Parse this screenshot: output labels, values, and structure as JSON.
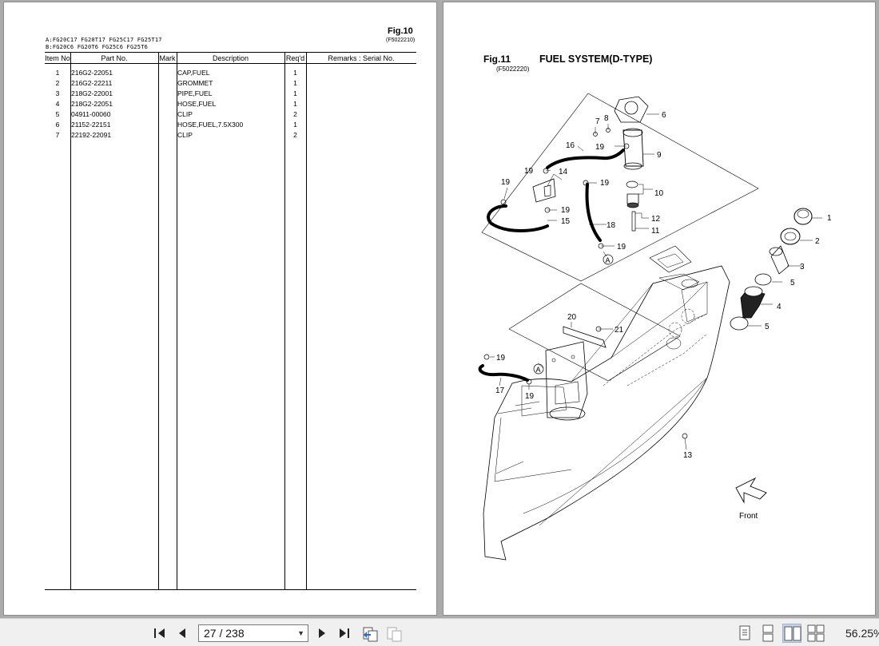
{
  "left_page": {
    "fig_label": "Fig.10",
    "fig_code": "(F5022210)",
    "model_a": "A:FG20C17  FG20T17  FG25C17  FG25T17",
    "model_b": "B:FG20C6  FG20T6  FG25C6  FG25T6",
    "columns": {
      "item": "Item No",
      "part": "Part No.",
      "mark": "Mark",
      "desc": "Description",
      "req": "Req'd",
      "remarks": "Remarks : Serial No."
    },
    "rows": [
      {
        "item": "1",
        "part": "216G2-22051",
        "desc": "CAP,FUEL",
        "req": "1"
      },
      {
        "item": "2",
        "part": "216G2-22211",
        "desc": "GROMMET",
        "req": "1"
      },
      {
        "item": "3",
        "part": "218G2-22001",
        "desc": "PIPE,FUEL",
        "req": "1"
      },
      {
        "item": "4",
        "part": "218G2-22051",
        "desc": "HOSE,FUEL",
        "req": "1"
      },
      {
        "item": "5",
        "part": "04911-00060",
        "desc": "CLIP",
        "req": "2"
      },
      {
        "item": "6",
        "part": "21152-22151",
        "desc": "HOSE,FUEL,7.5X300",
        "req": "1"
      },
      {
        "item": "7",
        "part": "22192-22091",
        "desc": "CLIP",
        "req": "2"
      }
    ]
  },
  "right_page": {
    "fig_label": "Fig.11",
    "title": "FUEL SYSTEM(D-TYPE)",
    "fig_code": "(F5022220)",
    "callouts": {
      "n1": "1",
      "n2": "2",
      "n3": "3",
      "n4": "4",
      "n5a": "5",
      "n5b": "5",
      "n6": "6",
      "n7": "7",
      "n8": "8",
      "n9": "9",
      "n10": "10",
      "n11": "11",
      "n12": "12",
      "n13": "13",
      "n14": "14",
      "n15": "15",
      "n16": "16",
      "n17": "17",
      "n18": "18",
      "n19a": "19",
      "n19b": "19",
      "n19c": "19",
      "n19d": "19",
      "n19e": "19",
      "n19f": "19",
      "n19g": "19",
      "n19h": "19",
      "n20": "20",
      "n21": "21",
      "markA1": "A",
      "markA2": "A"
    },
    "front_label": "Front"
  },
  "toolbar": {
    "page_indicator": "27 / 238",
    "zoom": "56.25%",
    "icons": {
      "first": "first-page-icon",
      "prev": "previous-page-icon",
      "next": "next-page-icon",
      "last": "last-page-icon",
      "back": "go-back-icon",
      "forward": "go-forward-icon"
    }
  }
}
